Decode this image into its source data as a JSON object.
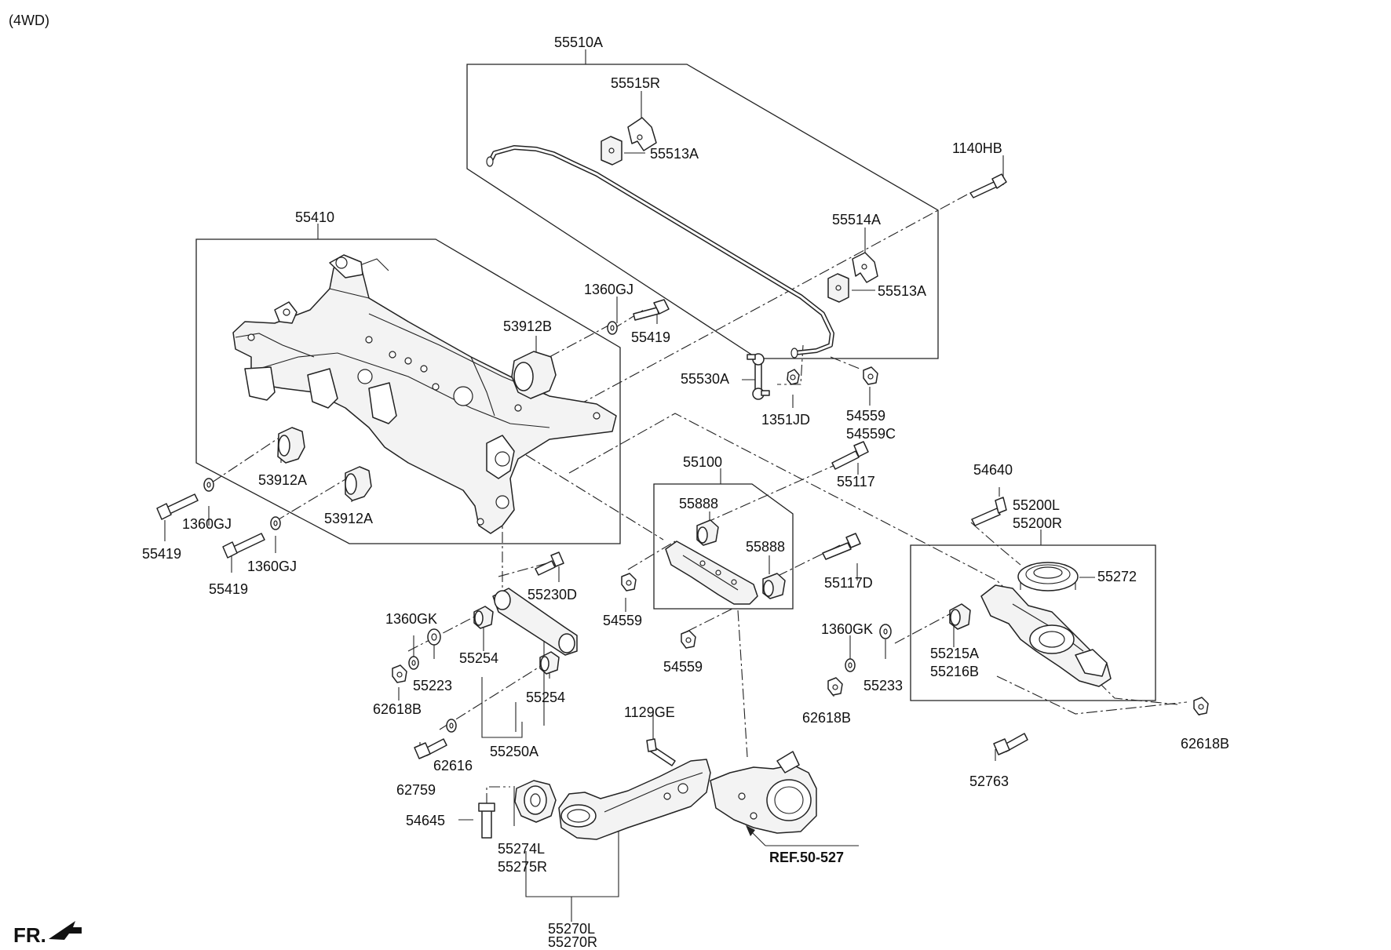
{
  "header": {
    "variant": "(4WD)"
  },
  "footer": {
    "front_label": "FR."
  },
  "reference": {
    "label": "REF.50-527"
  },
  "labels": {
    "p55510A": "55510A",
    "p55515R": "55515R",
    "p55513A_top": "55513A",
    "p1140HB": "1140HB",
    "p55514A": "55514A",
    "p55513A_right": "55513A",
    "p55410": "55410",
    "p1360GJ_top": "1360GJ",
    "p53912B": "53912B",
    "p55419_top": "55419",
    "p55530A": "55530A",
    "p1351JD": "1351JD",
    "p54559_a": "54559",
    "p54559C": "54559C",
    "p53912A_1": "53912A",
    "p1360GJ_left": "1360GJ",
    "p55419_left": "55419",
    "p53912A_2": "53912A",
    "p55419_bottom": "55419",
    "p1360GJ_bottom": "1360GJ",
    "p55100": "55100",
    "p55117": "55117",
    "p54640": "54640",
    "p55200L": "55200L",
    "p55200R": "55200R",
    "p55888_a": "55888",
    "p55888_b": "55888",
    "p55117D": "55117D",
    "p55272": "55272",
    "p55230D": "55230D",
    "p54559_b": "54559",
    "p1360GK_left": "1360GK",
    "p55254_a": "55254",
    "p55223": "55223",
    "p54559_c": "54559",
    "p1360GK_right": "1360GK",
    "p55215A": "55215A",
    "p55216B": "55216B",
    "p62618B_left": "62618B",
    "p55254_b": "55254",
    "p55233": "55233",
    "p62618B_mid": "62618B",
    "p1129GE": "1129GE",
    "p62618B_right": "62618B",
    "p55250A": "55250A",
    "p62616": "62616",
    "p62759": "62759",
    "p52763": "52763",
    "p54645": "54645",
    "p55274L": "55274L",
    "p55275R": "55275R",
    "p55270L": "55270L",
    "p55270R": "55270R"
  }
}
